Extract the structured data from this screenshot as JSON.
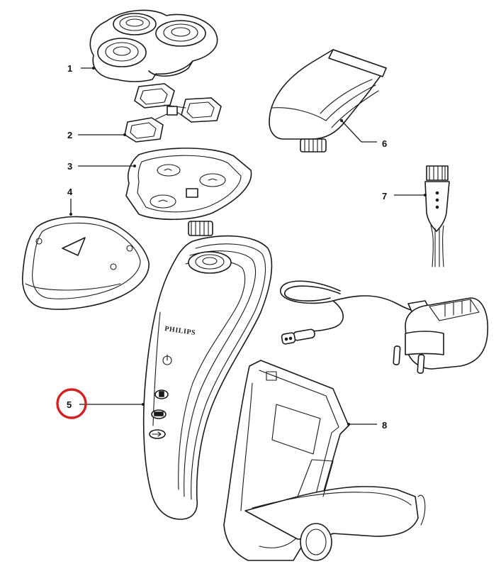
{
  "diagram": {
    "brand_text": "PHILIPS",
    "highlighted_callout": "5",
    "highlight_color": "#d42020",
    "line_color": "#1a1a1a",
    "parts": [
      {
        "label": "1",
        "icon": "shaving-heads-unit-icon"
      },
      {
        "label": "2",
        "icon": "retaining-frame-icon"
      },
      {
        "label": "3",
        "icon": "shaving-unit-holder-icon"
      },
      {
        "label": "4",
        "icon": "protection-cap-icon"
      },
      {
        "label": "5",
        "icon": "shaver-handle-icon"
      },
      {
        "label": "6",
        "icon": "trimmer-attachment-icon"
      },
      {
        "label": "7",
        "icon": "cleaning-brush-icon"
      },
      {
        "label": "8",
        "icon": "charging-stand-icon"
      },
      {
        "label": "",
        "icon": "power-adapter-icon"
      }
    ]
  }
}
